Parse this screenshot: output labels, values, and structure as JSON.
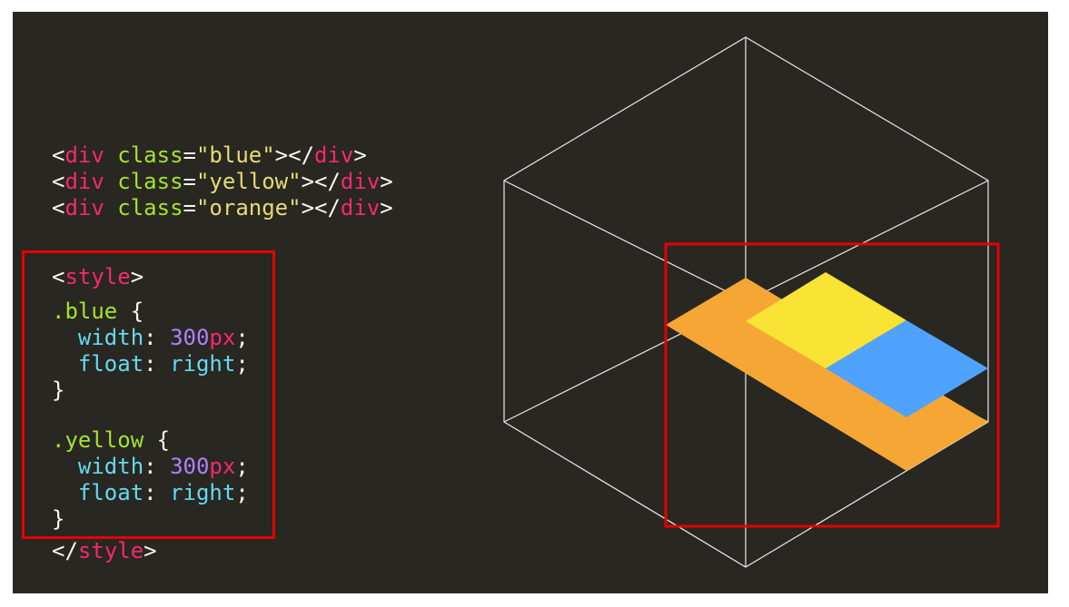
{
  "html_code": [
    {
      "div": "div",
      "attr": "class",
      "value": "\"blue\""
    },
    {
      "div": "div",
      "attr": "class",
      "value": "\"yellow\""
    },
    {
      "div": "div",
      "attr": "class",
      "value": "\"orange\""
    }
  ],
  "style_tag": "style",
  "rules": [
    {
      "selector": ".blue",
      "decls": [
        {
          "prop": "width",
          "num": "300",
          "unit": "px"
        },
        {
          "prop": "float",
          "word": "right"
        }
      ]
    },
    {
      "selector": ".yellow",
      "decls": [
        {
          "prop": "width",
          "num": "300",
          "unit": "px"
        },
        {
          "prop": "float",
          "word": "right"
        }
      ]
    }
  ],
  "colors": {
    "background": "#282722",
    "highlight": "#e60000",
    "blue_box": "#4fa3ff",
    "yellow_box": "#f9e335",
    "orange_box": "#f6a635",
    "cube_lines": "#e8e8e8"
  }
}
